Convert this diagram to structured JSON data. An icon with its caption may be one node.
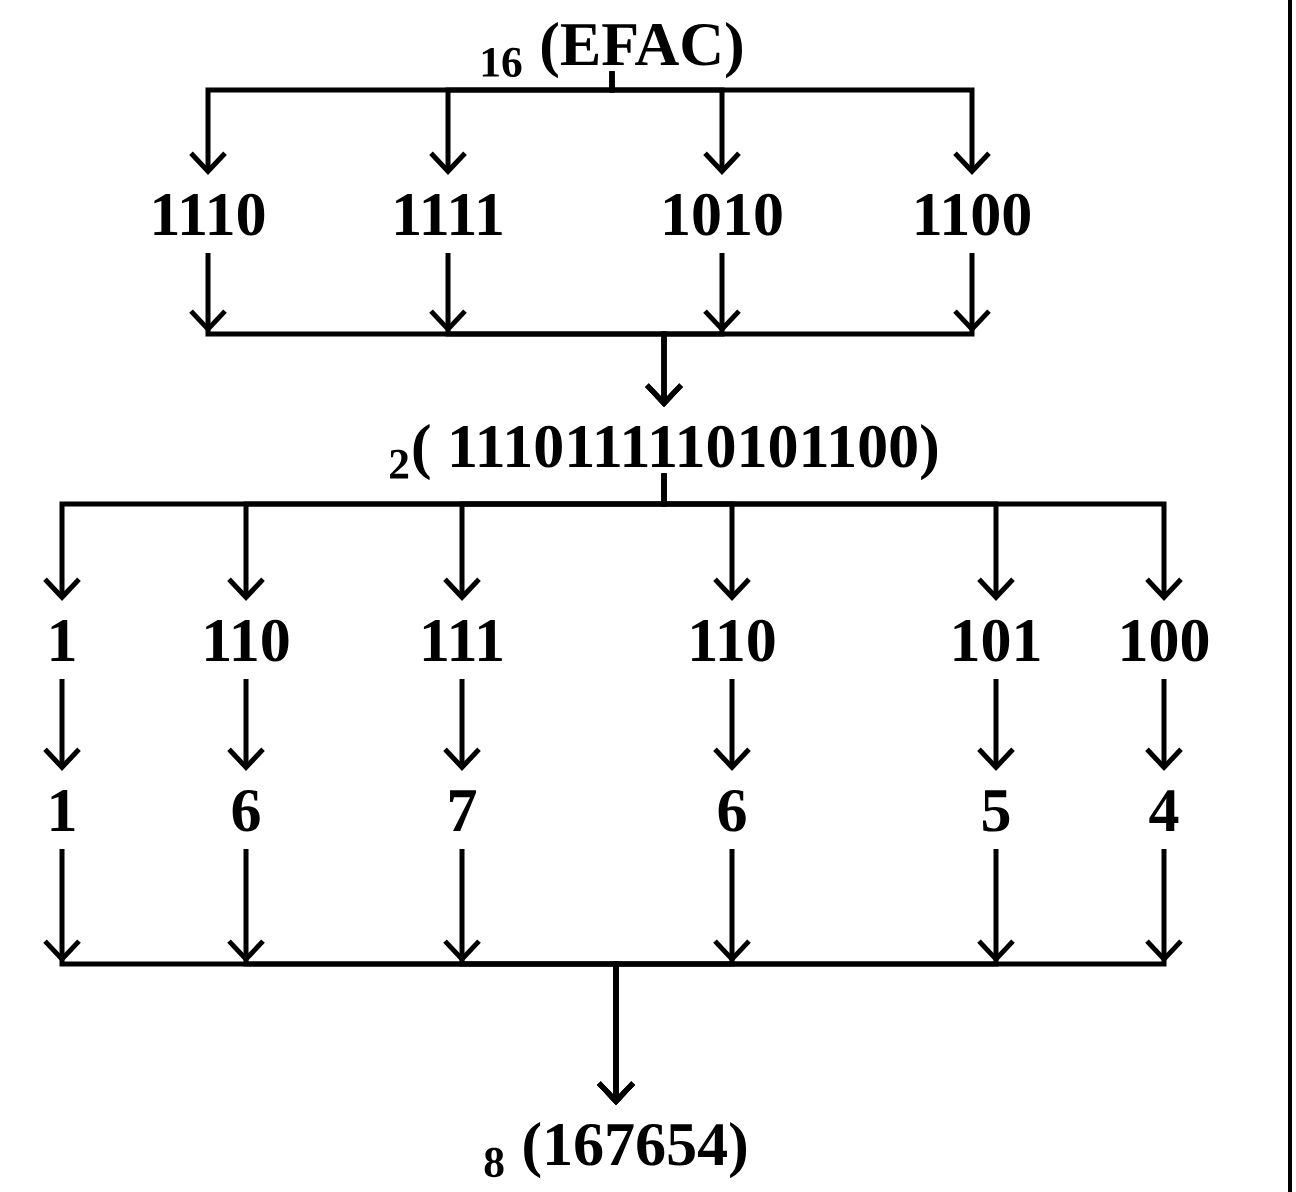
{
  "diagram": {
    "nodes": [
      {
        "text": [
          "$_{16}$ (EFAC)"
        ]
      },
      {
        "text": [
          "1110"
        ]
      },
      {
        "text": [
          "1111"
        ]
      },
      {
        "text": [
          "1010"
        ]
      },
      {
        "text": [
          "1100"
        ]
      },
      {
        "text": [
          "$_{2}$( 1110111110101100)"
        ]
      },
      {
        "text": [
          "1"
        ]
      },
      {
        "text": [
          "110"
        ]
      },
      {
        "text": [
          "111"
        ]
      },
      {
        "text": [
          "110"
        ]
      },
      {
        "text": [
          "101"
        ]
      },
      {
        "text": [
          "100"
        ]
      },
      {
        "text": [
          "1"
        ]
      },
      {
        "text": [
          "6"
        ]
      },
      {
        "text": [
          "7"
        ]
      },
      {
        "text": [
          "6"
        ]
      },
      {
        "text": [
          "5"
        ]
      },
      {
        "text": [
          "4"
        ]
      },
      {
        "text": [
          "$_{8}$ (167654)"
        ]
      }
    ],
    "edges": [
      {
        "from": 0,
        "to": 1,
        "arrow": "to"
      },
      {
        "from": 0,
        "to": 2,
        "arrow": "to"
      },
      {
        "from": 0,
        "to": 3,
        "arrow": "to"
      },
      {
        "from": 0,
        "to": 4,
        "arrow": "to"
      },
      {
        "from": 1,
        "to": 5,
        "arrow": "to"
      },
      {
        "from": 2,
        "to": 5,
        "arrow": "to"
      },
      {
        "from": 3,
        "to": 5,
        "arrow": "to"
      },
      {
        "from": 4,
        "to": 5,
        "arrow": "to"
      },
      {
        "from": 5,
        "to": 6,
        "arrow": "to"
      },
      {
        "from": 5,
        "to": 7,
        "arrow": "to"
      },
      {
        "from": 5,
        "to": 8,
        "arrow": "to"
      },
      {
        "from": 5,
        "to": 9,
        "arrow": "to"
      },
      {
        "from": 5,
        "to": 10,
        "arrow": "to"
      },
      {
        "from": 5,
        "to": 11,
        "arrow": "to"
      },
      {
        "from": 6,
        "to": 12,
        "arrow": "to"
      },
      {
        "from": 7,
        "to": 13,
        "arrow": "to"
      },
      {
        "from": 8,
        "to": 14,
        "arrow": "to"
      },
      {
        "from": 9,
        "to": 15,
        "arrow": "to"
      },
      {
        "from": 10,
        "to": 16,
        "arrow": "to"
      },
      {
        "from": 11,
        "to": 17,
        "arrow": "to"
      },
      {
        "from": 12,
        "to": 18,
        "arrow": "to"
      },
      {
        "from": 13,
        "to": 18,
        "arrow": "to"
      },
      {
        "from": 14,
        "to": 18,
        "arrow": "to"
      },
      {
        "from": 15,
        "to": 18,
        "arrow": "to"
      },
      {
        "from": 16,
        "to": 18,
        "arrow": "to"
      },
      {
        "from": 17,
        "to": 18,
        "arrow": "to"
      }
    ]
  }
}
